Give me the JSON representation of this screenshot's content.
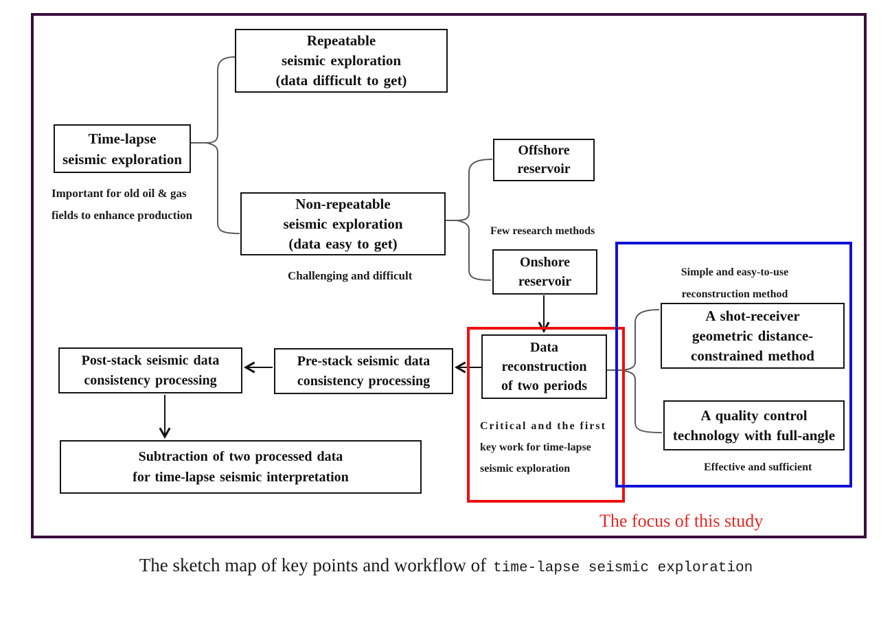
{
  "colors": {
    "frame_border": "#380d3c",
    "highlight_red": "#ee0f0f",
    "highlight_blue": "#1111d6",
    "focus_text_red": "#e8251f",
    "box_border": "#141414",
    "brace_gray": "#595959",
    "arrow_black": "#111111"
  },
  "boxes": {
    "repeatable": {
      "lines": [
        "Repeatable",
        "seismic exploration",
        "(data difficult to get)"
      ]
    },
    "timelapse": {
      "lines": [
        "Time-lapse",
        "seismic exploration"
      ]
    },
    "nonrepeatable": {
      "lines": [
        "Non-repeatable",
        "seismic exploration",
        "(data easy to get)"
      ]
    },
    "offshore": {
      "lines": [
        "Offshore",
        "reservoir"
      ]
    },
    "onshore": {
      "lines": [
        "Onshore",
        "reservoir"
      ]
    },
    "datarecon": {
      "lines": [
        "Data",
        "reconstruction",
        "of two periods"
      ]
    },
    "prestack": {
      "lines": [
        "Pre-stack seismic data",
        "consistency processing"
      ]
    },
    "poststack": {
      "lines": [
        "Post-stack seismic data",
        "consistency processing"
      ]
    },
    "subtraction": {
      "lines": [
        "Subtraction of two processed data",
        "for time-lapse seismic interpretation"
      ]
    },
    "shotreceiver": {
      "lines": [
        "A shot-receiver",
        "geometric distance-",
        "constrained method"
      ]
    },
    "quality": {
      "lines": [
        "A quality control",
        "technology with full-angle"
      ]
    }
  },
  "notes": {
    "important": {
      "lines": [
        "Important for old oil & gas",
        "fields to enhance production"
      ]
    },
    "challenging": "Challenging  and difficult",
    "few_research": "Few research methods",
    "simple": {
      "lines": [
        "Simple and easy-to-use",
        "reconstruction method"
      ]
    },
    "critical": {
      "lines": [
        "Critical and the first",
        "key work for time-lapse",
        "seismic exploration"
      ]
    },
    "effective": "Effective and sufficient",
    "focus": "The focus of this study"
  },
  "caption": {
    "serif_part": "The sketch map of key points and workflow of",
    "mono_part": "time-lapse seismic exploration"
  }
}
